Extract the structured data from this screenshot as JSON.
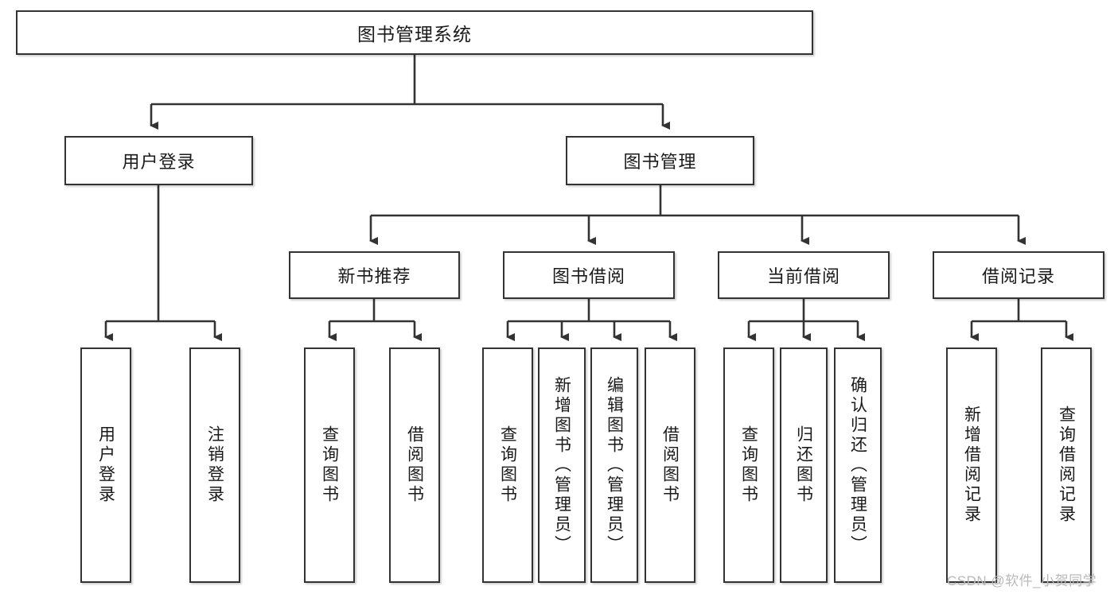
{
  "diagram": {
    "title": "图书管理系统",
    "type": "tree-hierarchy-chart",
    "watermark": "CSDN @软件_小贺同学",
    "colors": {
      "box_stroke": "#333333",
      "box_fill": "#ffffff",
      "edge_stroke": "#333333",
      "text": "#1a1a1a",
      "watermark": "#b9b9b9",
      "background": "#ffffff"
    },
    "nodes": {
      "root": {
        "label": "图书管理系统"
      },
      "level2": [
        {
          "label": "用户登录"
        },
        {
          "label": "图书管理"
        }
      ],
      "level3": [
        {
          "label": "新书推荐"
        },
        {
          "label": "图书借阅"
        },
        {
          "label": "当前借阅"
        },
        {
          "label": "借阅记录"
        }
      ],
      "leaves": {
        "user_login": [
          {
            "label": "用户登录"
          },
          {
            "label": "注销登录"
          }
        ],
        "new_book_recommend": [
          {
            "label": "查询图书"
          },
          {
            "label": "借阅图书"
          }
        ],
        "book_borrow": [
          {
            "label": "查询图书"
          },
          {
            "label": "新增图书（管理员）"
          },
          {
            "label": "编辑图书（管理员）"
          },
          {
            "label": "借阅图书"
          }
        ],
        "current_borrow": [
          {
            "label": "查询图书"
          },
          {
            "label": "归还图书"
          },
          {
            "label": "确认归还（管理员）"
          }
        ],
        "borrow_record": [
          {
            "label": "新增借阅记录"
          },
          {
            "label": "查询借阅记录"
          }
        ]
      }
    }
  }
}
